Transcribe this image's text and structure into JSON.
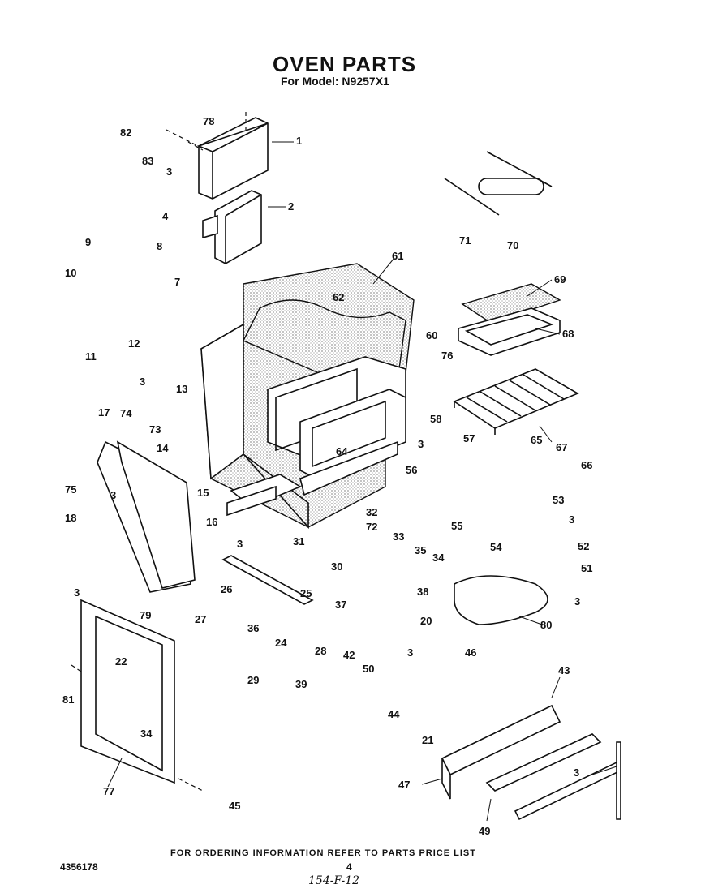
{
  "header": {
    "title": "OVEN PARTS",
    "subtitle": "For Model: N9257X1"
  },
  "footer": {
    "ordering_note": "FOR ORDERING INFORMATION REFER TO PARTS PRICE LIST",
    "document_number": "4356178",
    "page_number": "4",
    "handwritten_note": "154-F-12"
  },
  "part_labels": [
    "78",
    "82",
    "83",
    "1",
    "3",
    "2",
    "4",
    "9",
    "8",
    "7",
    "10",
    "12",
    "11",
    "61",
    "62",
    "60",
    "76",
    "69",
    "68",
    "3",
    "13",
    "74",
    "73",
    "17",
    "14",
    "64",
    "3",
    "58",
    "67",
    "65",
    "66",
    "57",
    "56",
    "75",
    "3",
    "18",
    "15",
    "16",
    "32",
    "33",
    "31",
    "72",
    "35",
    "34",
    "55",
    "53",
    "3",
    "54",
    "52",
    "51",
    "3",
    "3",
    "30",
    "25",
    "26",
    "36",
    "38",
    "37",
    "20",
    "3",
    "79",
    "27",
    "24",
    "29",
    "28",
    "39",
    "42",
    "3",
    "50",
    "80",
    "22",
    "81",
    "34",
    "46",
    "43",
    "44",
    "21",
    "77",
    "45",
    "47",
    "49",
    "3",
    "71",
    "70"
  ]
}
